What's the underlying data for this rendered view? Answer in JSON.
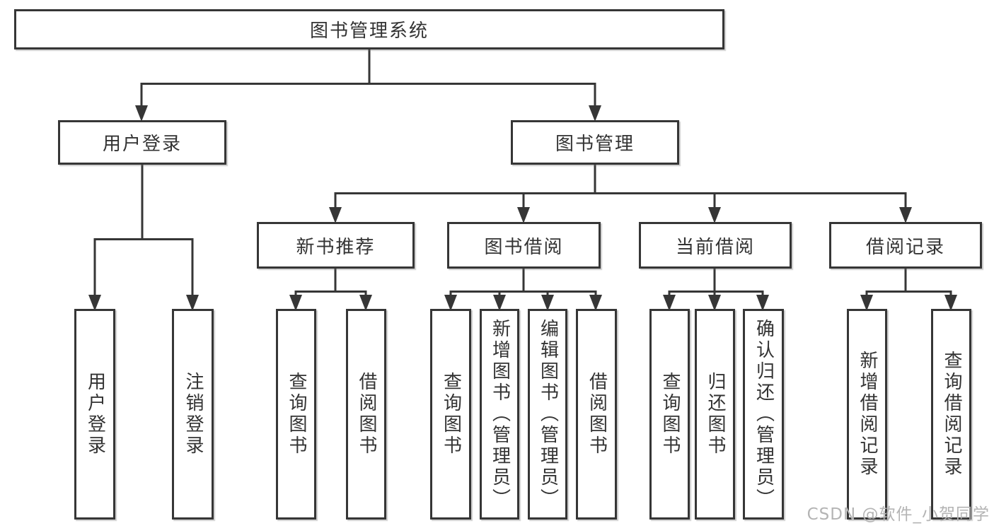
{
  "diagram_title": "图书管理系统",
  "tree": {
    "label": "图书管理系统",
    "children": [
      {
        "label": "用户登录",
        "children": [
          {
            "label": "用户登录"
          },
          {
            "label": "注销登录"
          }
        ]
      },
      {
        "label": "图书管理",
        "children": [
          {
            "label": "新书推荐",
            "children": [
              {
                "label": "查询图书"
              },
              {
                "label": "借阅图书"
              }
            ]
          },
          {
            "label": "图书借阅",
            "children": [
              {
                "label": "查询图书"
              },
              {
                "label": "新增图书（管理员）"
              },
              {
                "label": "编辑图书（管理员）"
              },
              {
                "label": "借阅图书"
              }
            ]
          },
          {
            "label": "当前借阅",
            "children": [
              {
                "label": "查询图书"
              },
              {
                "label": "归还图书"
              },
              {
                "label": "确认归还（管理员）"
              }
            ]
          },
          {
            "label": "借阅记录",
            "children": [
              {
                "label": "新增借阅记录"
              },
              {
                "label": "查询借阅记录"
              }
            ]
          }
        ]
      }
    ]
  },
  "watermark": "CSDN @软件_小贺同学",
  "colors": {
    "line": "#363636",
    "text": "#333333",
    "box_background": "#ffffff",
    "watermark": "#b4b4b4"
  }
}
